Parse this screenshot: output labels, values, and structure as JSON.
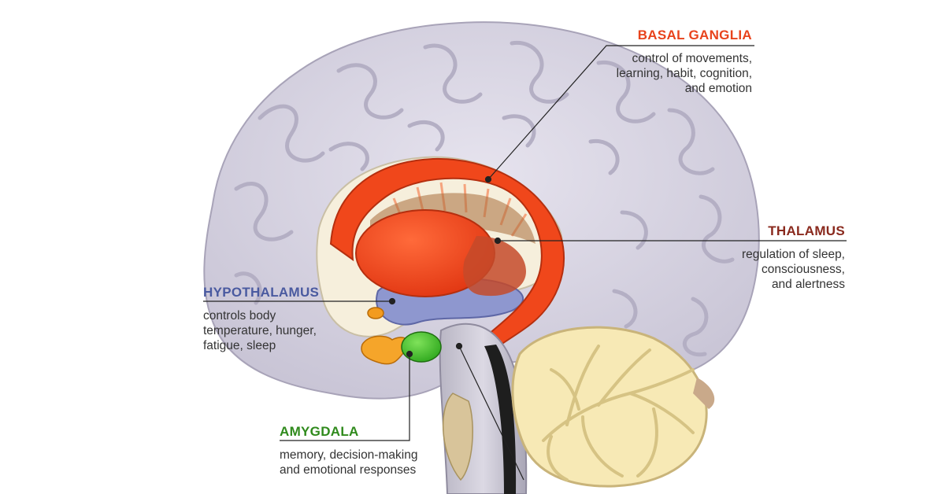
{
  "colors": {
    "basal": "#e8431c",
    "thalamus": "#8a2a1e",
    "hypothalamus": "#4a5aa0",
    "amygdala": "#2f8a1c",
    "text": "#333333"
  },
  "labels": {
    "basal_ganglia": {
      "title": "BASAL GANGLIA",
      "lines": [
        "control of movements,",
        "learning, habit, cognition,",
        "and emotion"
      ]
    },
    "thalamus": {
      "title": "THALAMUS",
      "lines": [
        "regulation of sleep,",
        "consciousness,",
        "and alertness"
      ]
    },
    "hypothalamus": {
      "title": "HYPOTHALAMUS",
      "lines": [
        "controls body",
        "temperature, hunger,",
        "fatigue, sleep"
      ]
    },
    "amygdala": {
      "title": "AMYGDALA",
      "lines": [
        "memory, decision-making",
        "and emotional responses"
      ]
    }
  }
}
